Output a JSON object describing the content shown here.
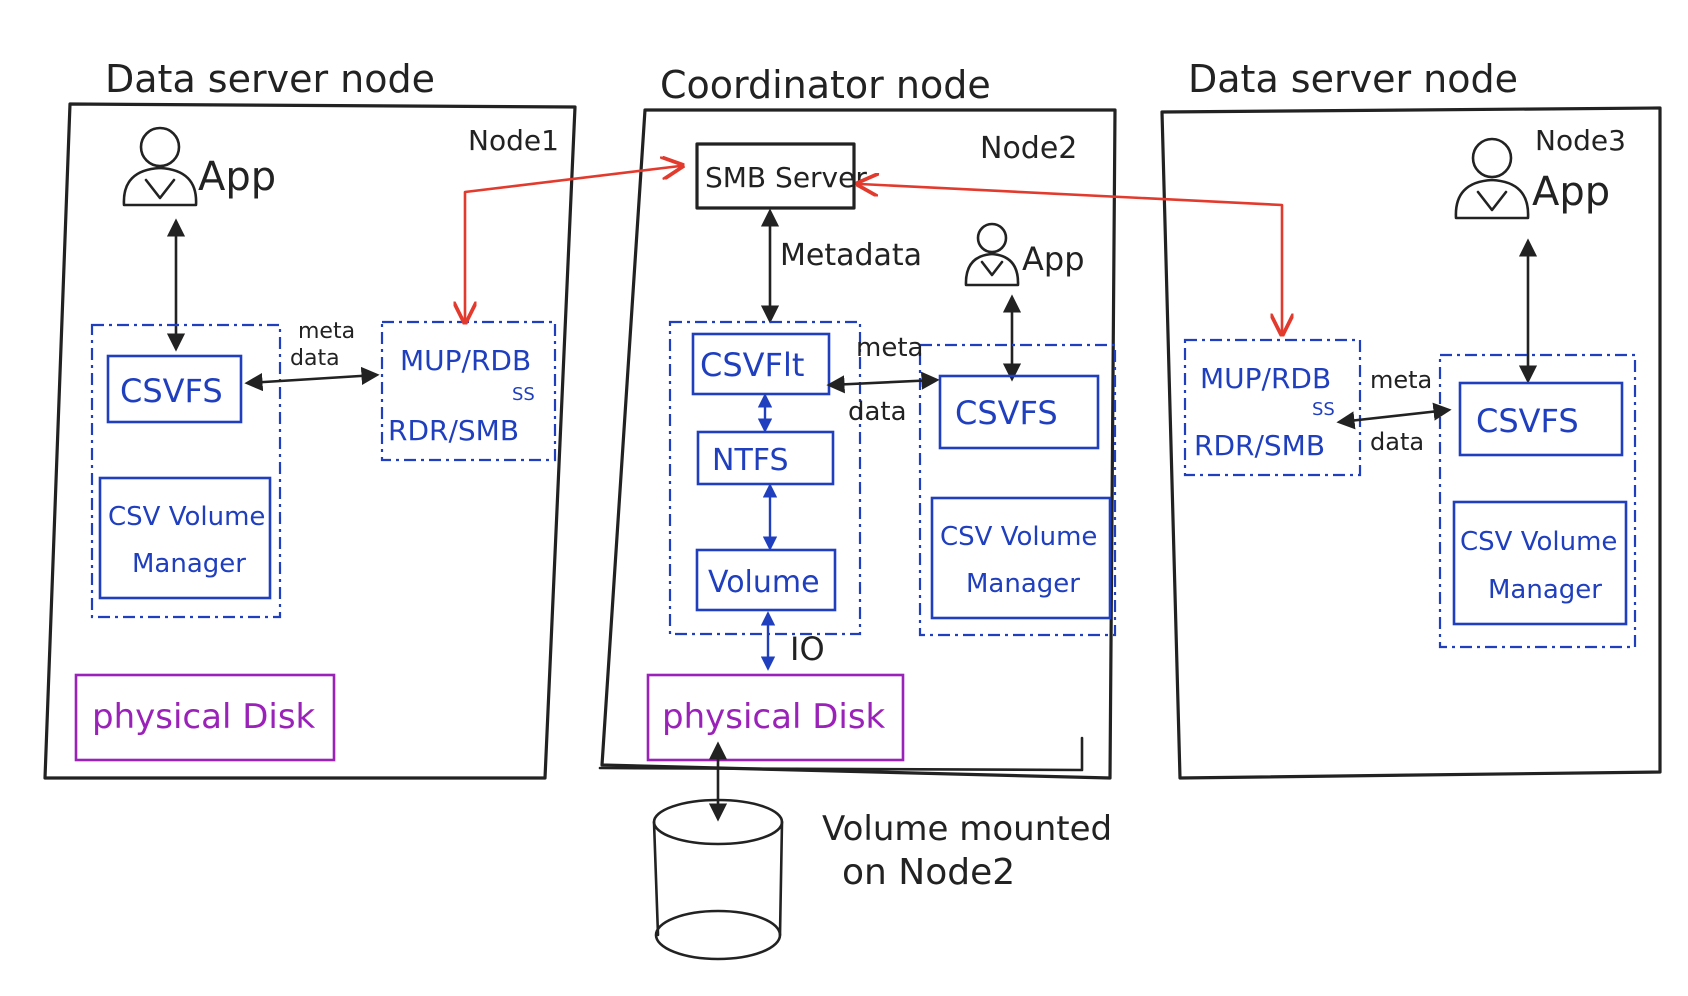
{
  "nodes": {
    "node1": {
      "role": "Data server node",
      "name": "Node1",
      "app": "App",
      "csvfs": "CSVFS",
      "volume_manager_line1": "CSV Volume",
      "volume_manager_line2": "Manager",
      "redirector_line1": "MUP/RDB",
      "redirector_ss": "SS",
      "redirector_line2": "RDR/SMB",
      "metadata_line1": "meta",
      "metadata_line2": "data",
      "disk": "physical Disk"
    },
    "node2": {
      "role": "Coordinator node",
      "name": "Node2",
      "smb_server": "SMB Server",
      "metadata": "Metadata",
      "app": "App",
      "csvflt": "CSVFlt",
      "ntfs": "NTFS",
      "volume": "Volume",
      "io": "IO",
      "csvfs": "CSVFS",
      "volume_manager_line1": "CSV Volume",
      "volume_manager_line2": "Manager",
      "metadata_line1": "meta",
      "metadata_line2": "data",
      "disk": "physical Disk"
    },
    "node3": {
      "role": "Data server node",
      "name": "Node3",
      "app": "App",
      "csvfs": "CSVFS",
      "volume_manager_line1": "CSV Volume",
      "volume_manager_line2": "Manager",
      "redirector_line1": "MUP/RDB",
      "redirector_ss": "SS",
      "redirector_line2": "RDR/SMB",
      "metadata_line1": "meta",
      "metadata_line2": "data"
    }
  },
  "shared_volume": {
    "caption_line1": "Volume mounted",
    "caption_line2": "on Node2"
  },
  "colors": {
    "ink": "#222222",
    "component_blue": "#1f3fbf",
    "disk_purple": "#9a22b8",
    "smb_link_red": "#e23b2e"
  },
  "icons": {
    "user": "user-icon",
    "disk": "disk-cylinder-icon"
  }
}
